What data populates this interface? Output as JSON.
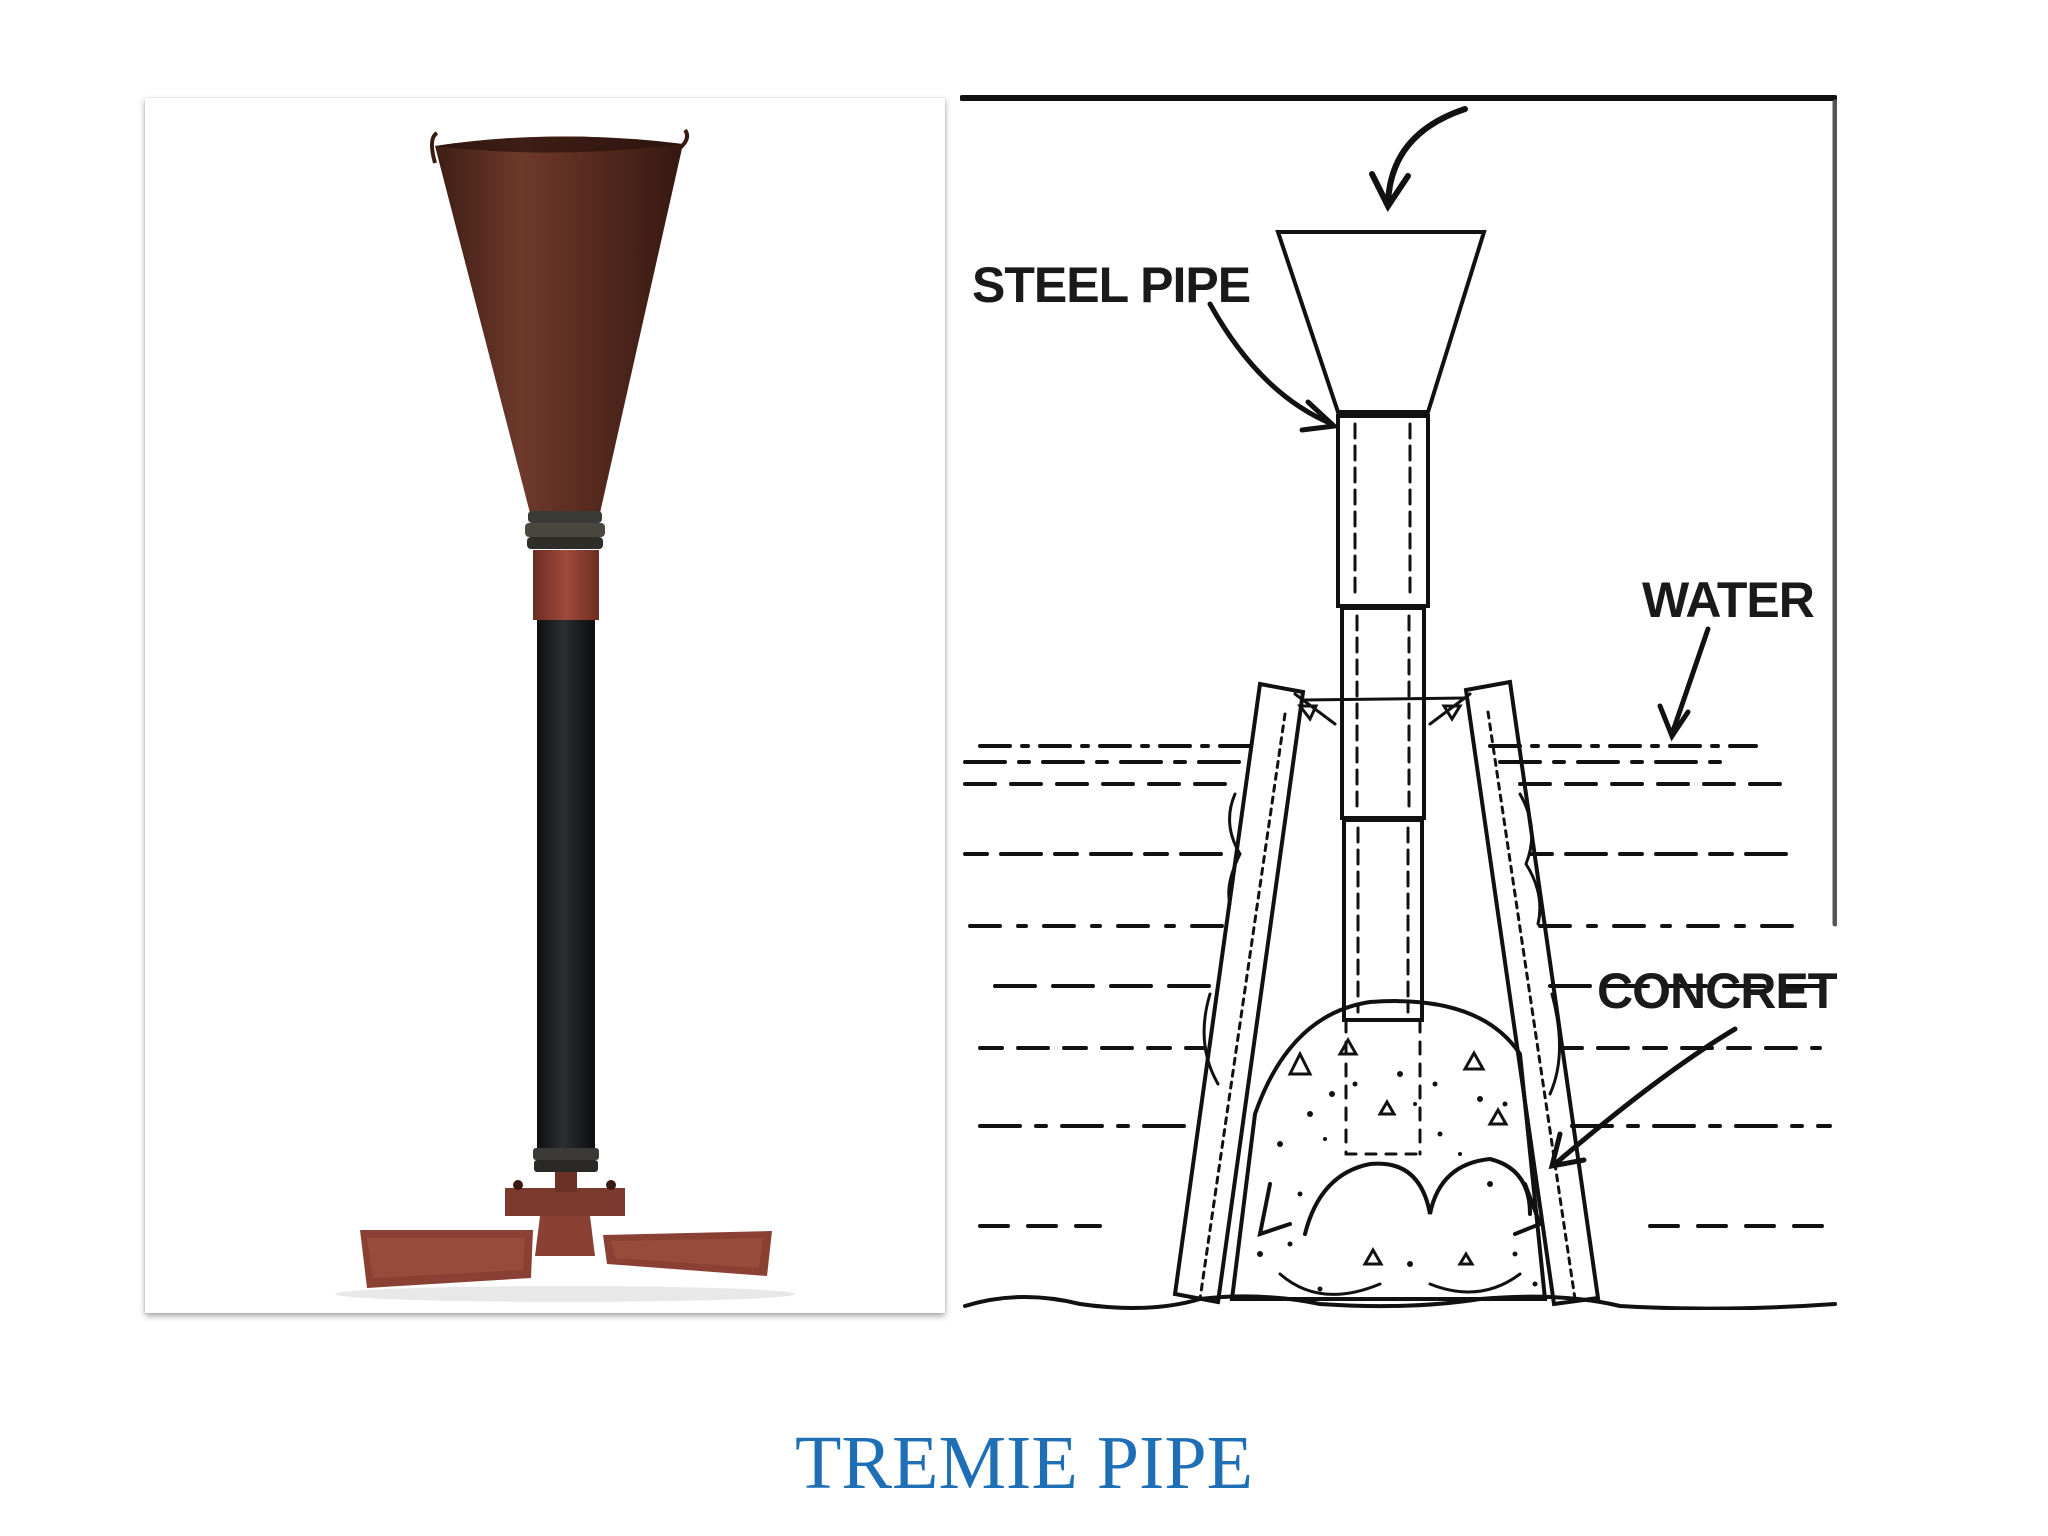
{
  "slide": {
    "title": "TREMIE PIPE"
  },
  "diagram": {
    "labels": {
      "steel_pipe": "STEEL PIPE",
      "water": "WATER",
      "concrete": "CONCRETE"
    }
  },
  "colors": {
    "title": "#1f6fb6",
    "hopper": "#5a2c20",
    "pipe_dark": "#1b1d1e",
    "collar": "#8a4033",
    "ink": "#111111"
  }
}
